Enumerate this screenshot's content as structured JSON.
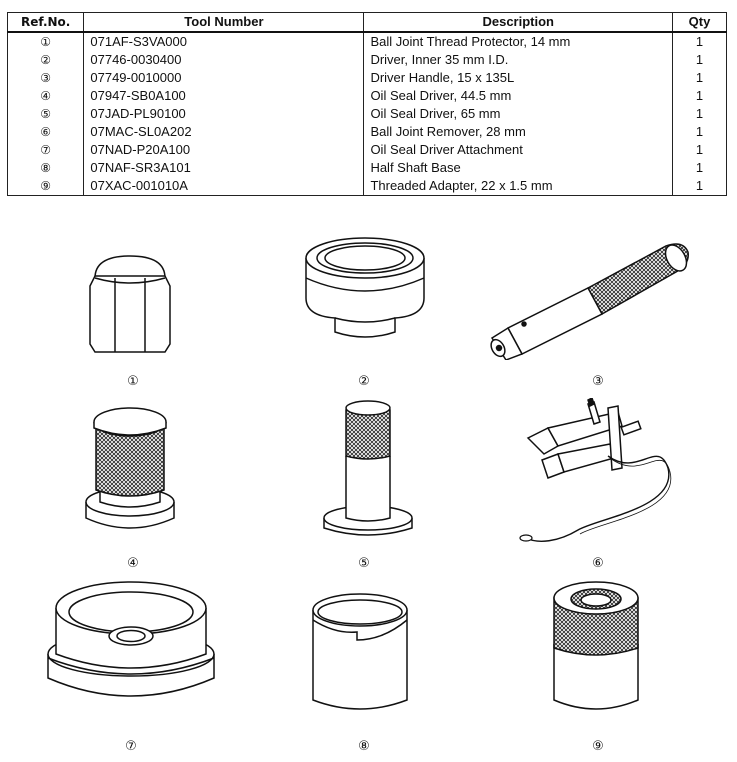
{
  "table": {
    "headers": {
      "ref": "Ref.No.",
      "tool": "Tool Number",
      "desc": "Description",
      "qty": "Qty"
    },
    "rows": [
      {
        "ref": "①",
        "tool": "071AF-S3VA000",
        "desc": "Ball Joint Thread Protector, 14 mm",
        "qty": "1"
      },
      {
        "ref": "②",
        "tool": "07746-0030400",
        "desc": "Driver, Inner 35 mm I.D.",
        "qty": "1"
      },
      {
        "ref": "③",
        "tool": "07749-0010000",
        "desc": "Driver Handle, 15 x 135L",
        "qty": "1"
      },
      {
        "ref": "④",
        "tool": "07947-SB0A100",
        "desc": "Oil Seal Driver, 44.5 mm",
        "qty": "1"
      },
      {
        "ref": "⑤",
        "tool": "07JAD-PL90100",
        "desc": "Oil Seal Driver, 65 mm",
        "qty": "1"
      },
      {
        "ref": "⑥",
        "tool": "07MAC-SL0A202",
        "desc": "Ball Joint Remover, 28 mm",
        "qty": "1"
      },
      {
        "ref": "⑦",
        "tool": "07NAD-P20A100",
        "desc": "Oil Seal Driver Attachment",
        "qty": "1"
      },
      {
        "ref": "⑧",
        "tool": "07NAF-SR3A101",
        "desc": "Half Shaft Base",
        "qty": "1"
      },
      {
        "ref": "⑨",
        "tool": "07XAC-001010A",
        "desc": "Threaded Adapter, 22 x 1.5 mm",
        "qty": "1"
      }
    ]
  },
  "figures": {
    "labels": [
      "①",
      "②",
      "③",
      "④",
      "⑤",
      "⑥",
      "⑦",
      "⑧",
      "⑨"
    ]
  }
}
